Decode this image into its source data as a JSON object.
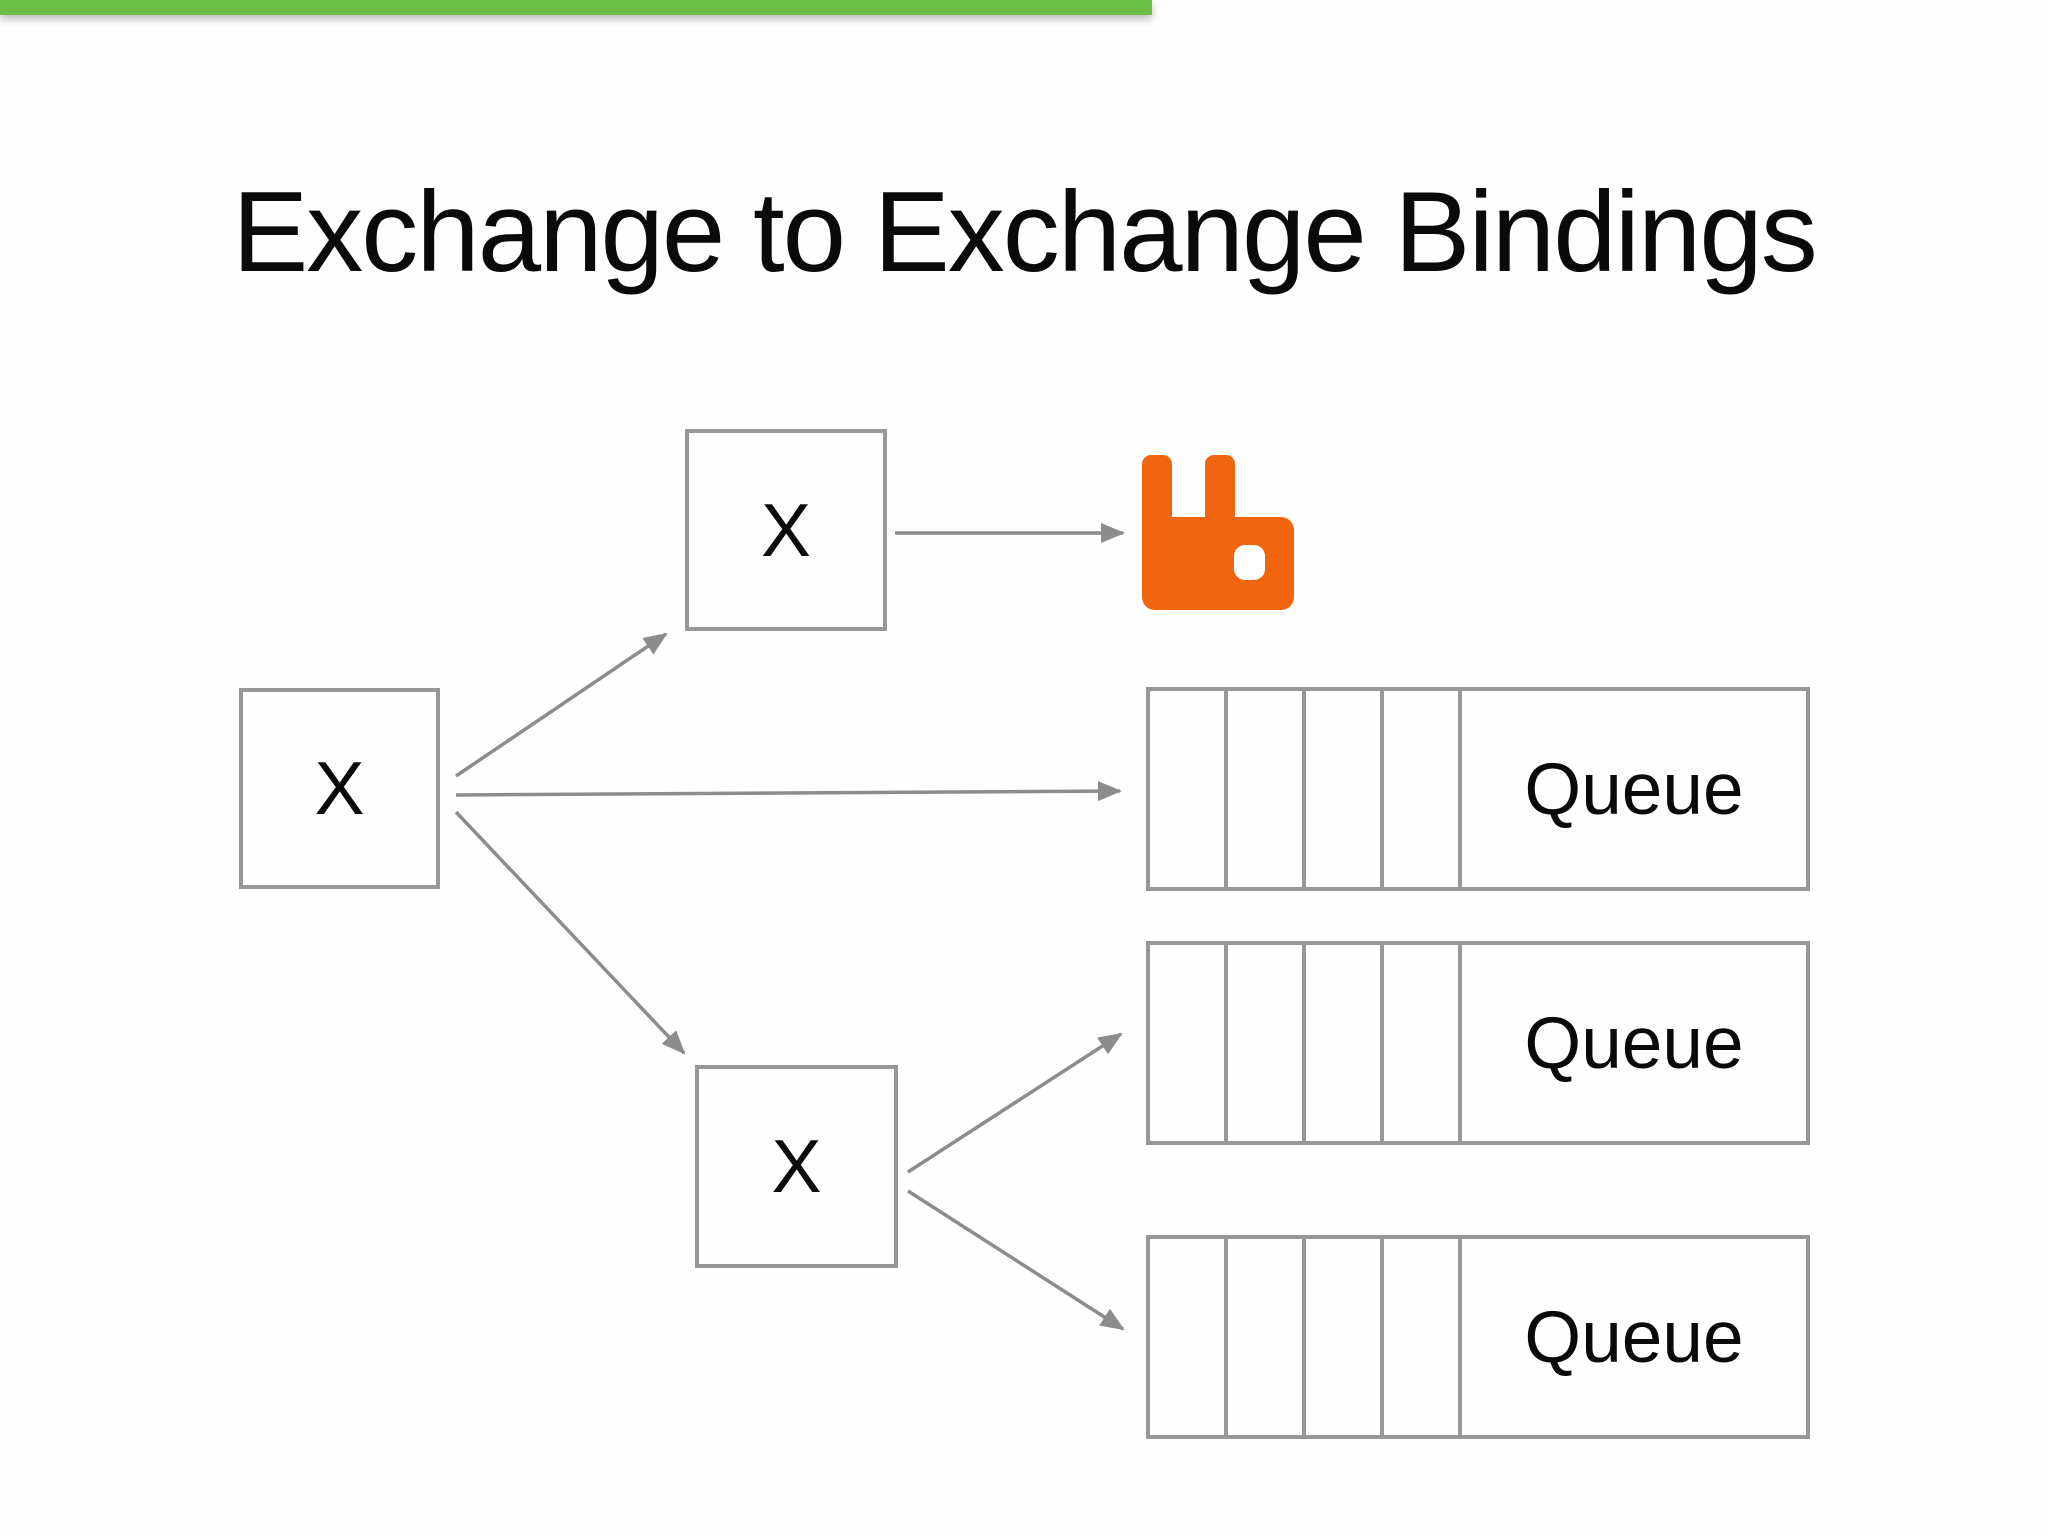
{
  "colors": {
    "accent-green": "#6CBE44",
    "rabbit-orange": "#F2650F",
    "line-gray": "#8C8C8C",
    "border-gray": "#979797",
    "text-black": "#0A0A0A",
    "bg-white": "#FEFEFE"
  },
  "slide": {
    "title": "Exchange to Exchange Bindings"
  },
  "diagram": {
    "exchanges": [
      {
        "id": "exchange-source",
        "label": "X"
      },
      {
        "id": "exchange-destination-top",
        "label": "X"
      },
      {
        "id": "exchange-destination-bottom",
        "label": "X"
      }
    ],
    "queues": [
      {
        "id": "queue-1",
        "label": "Queue",
        "message_cells": 4
      },
      {
        "id": "queue-2",
        "label": "Queue",
        "message_cells": 4
      },
      {
        "id": "queue-3",
        "label": "Queue",
        "message_cells": 4
      }
    ],
    "logo": {
      "icon": "rabbitmq-logo"
    },
    "bindings": [
      {
        "from": "exchange-source",
        "to": "exchange-destination-top"
      },
      {
        "from": "exchange-source",
        "to": "queue-1"
      },
      {
        "from": "exchange-source",
        "to": "exchange-destination-bottom"
      },
      {
        "from": "exchange-destination-top",
        "to": "rabbitmq-logo"
      },
      {
        "from": "exchange-destination-bottom",
        "to": "queue-2"
      },
      {
        "from": "exchange-destination-bottom",
        "to": "queue-3"
      }
    ]
  }
}
